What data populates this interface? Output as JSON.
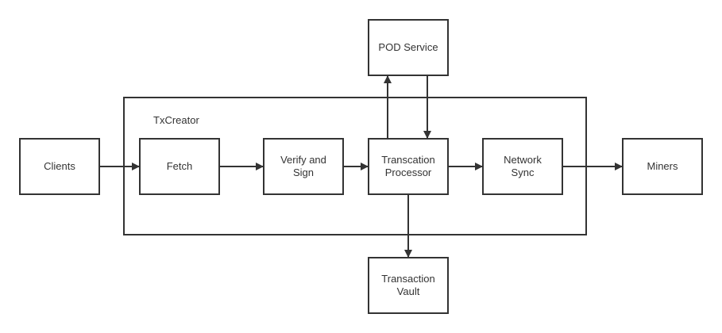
{
  "diagram": {
    "group": {
      "label": "TxCreator"
    },
    "nodes": {
      "clients": "Clients",
      "fetch": "Fetch",
      "verify": "Verify and\nSign",
      "processor": "Transcation\nProcessor",
      "network": "Network\nSync",
      "miners": "Miners",
      "pod": "POD Service",
      "vault": "Transaction\nVault"
    },
    "edges": [
      {
        "from": "clients",
        "to": "fetch"
      },
      {
        "from": "fetch",
        "to": "verify"
      },
      {
        "from": "verify",
        "to": "processor"
      },
      {
        "from": "processor",
        "to": "network"
      },
      {
        "from": "network",
        "to": "miners"
      },
      {
        "from": "processor",
        "to": "pod"
      },
      {
        "from": "pod",
        "to": "processor"
      },
      {
        "from": "processor",
        "to": "vault"
      }
    ],
    "colors": {
      "stroke": "#333333",
      "background": "#ffffff"
    }
  }
}
